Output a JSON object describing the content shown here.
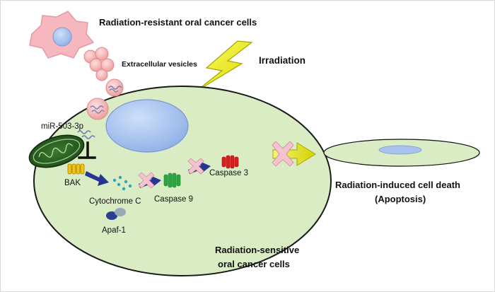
{
  "labels": {
    "resistant_cells": "Radiation-resistant oral cancer cells",
    "extracellular_vesicles": "Extracellular vesicles",
    "irradiation": "Irradiation",
    "mirna": "miR-503-3p",
    "bak": "BAK",
    "cytochrome_c": "Cytochrome C",
    "apaf1": "Apaf-1",
    "caspase9": "Caspase 9",
    "caspase3": "Caspase 3",
    "cell_death_line1": "Radiation-induced  cell death",
    "cell_death_line2": "(Apoptosis)",
    "sensitive_cells_line1": "Radiation-sensitive",
    "sensitive_cells_line2": "oral cancer cells"
  },
  "colors": {
    "cell_fill": "#d9ecc4",
    "nucleus_fill": "#a8c4ee",
    "resistant_cell_fill": "#f7b7bf",
    "vesicle_fill": "#f5b3b3",
    "bolt_fill": "#eeee22",
    "arrow_navy": "#283593",
    "caspase9_green": "#2fa640",
    "caspase3_red": "#d62020",
    "cytochrome_dots": "#31a4b4"
  },
  "icons": {
    "blocked_arrow": "x-cross-icon",
    "mitochondrion": "mitochondrion-icon",
    "bolt": "lightning-bolt-icon"
  }
}
